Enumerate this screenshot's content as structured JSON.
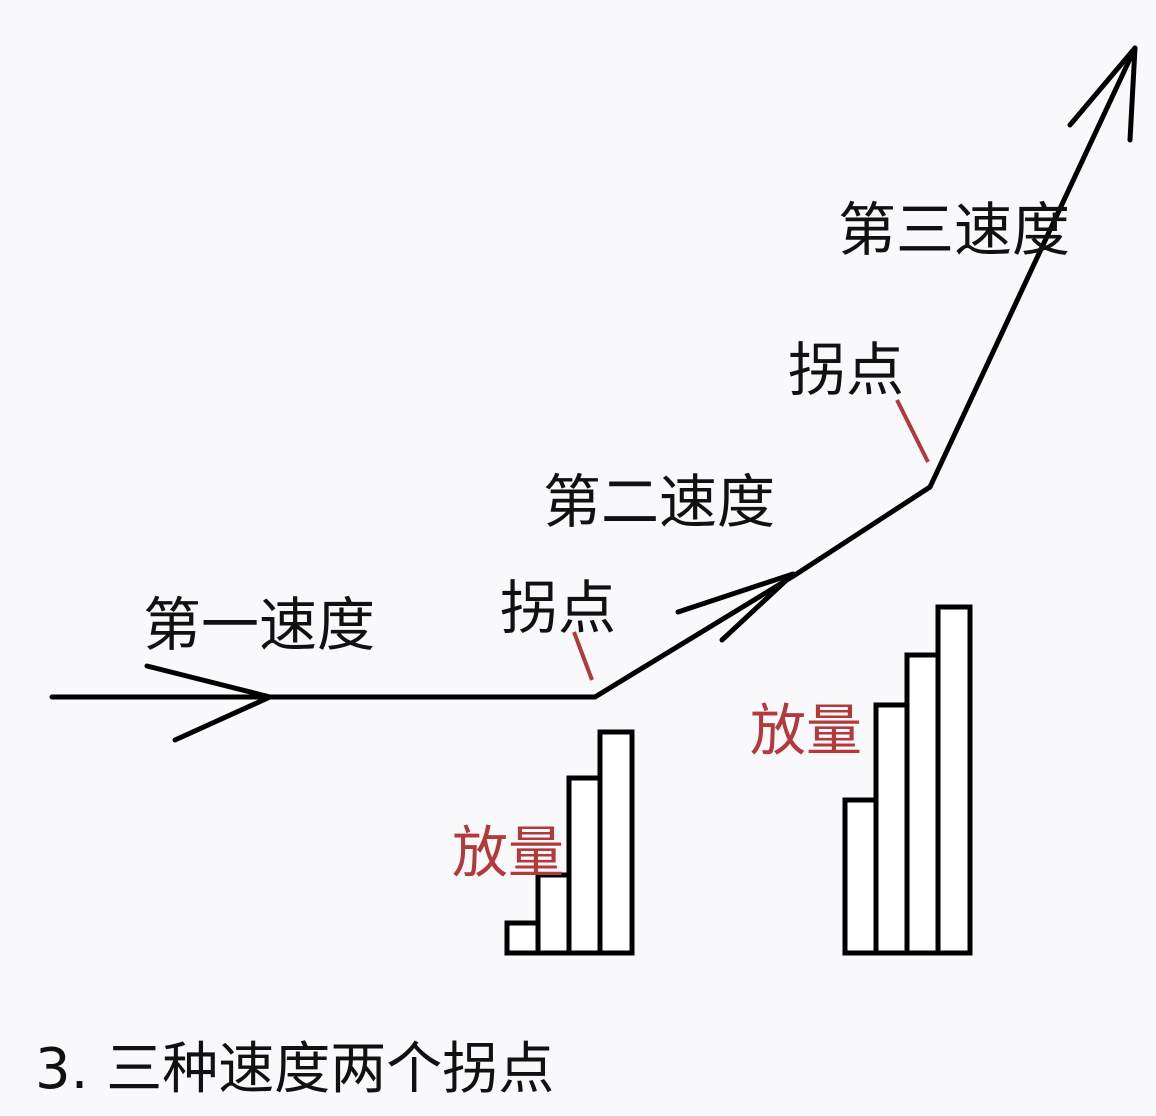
{
  "labels": {
    "speed1": "第一速度",
    "speed2": "第二速度",
    "speed3": "第三速度",
    "inflection1": "拐点",
    "inflection2": "拐点",
    "volume1": "放量",
    "volume2": "放量"
  },
  "caption": "3. 三种速度两个拐点",
  "colors": {
    "line": "#000000",
    "accent": "#b23a3a"
  }
}
